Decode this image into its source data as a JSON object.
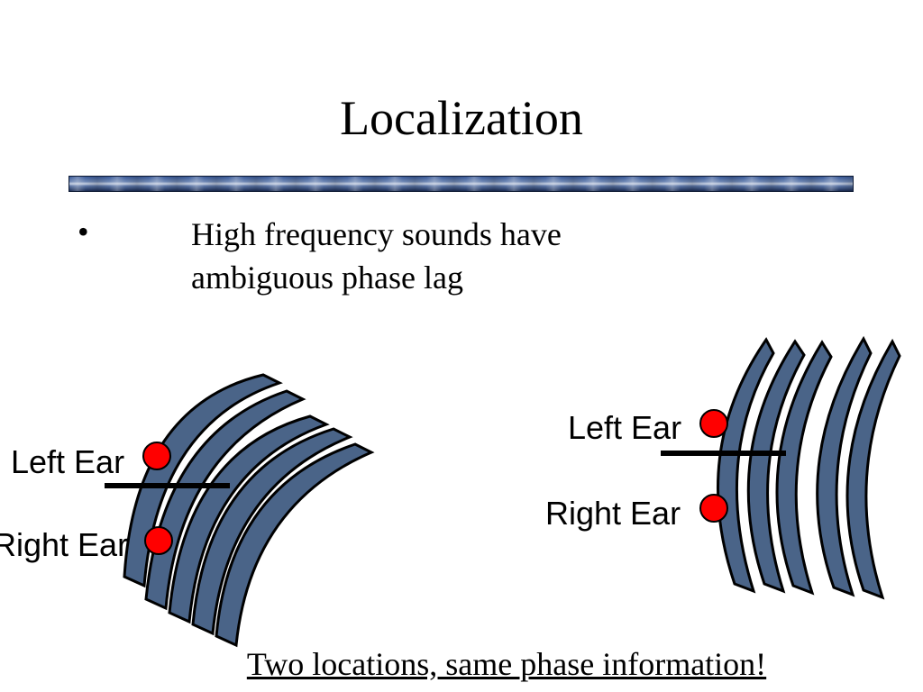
{
  "slide": {
    "title": "Localization",
    "bullet_symbol": "•",
    "bullet_text": "High frequency sounds have ambiguous phase lag",
    "caption": "Two locations, same phase information!"
  },
  "diagram": {
    "left": {
      "left_ear_label": "Left Ear",
      "right_ear_label": "Right Ear"
    },
    "right": {
      "left_ear_label": "Left Ear",
      "right_ear_label": "Right Ear"
    },
    "colors": {
      "wavefront_fill": "#4a6488",
      "wavefront_stroke": "#000000",
      "ear_marker": "#ff0000",
      "head_line": "#000000"
    }
  }
}
